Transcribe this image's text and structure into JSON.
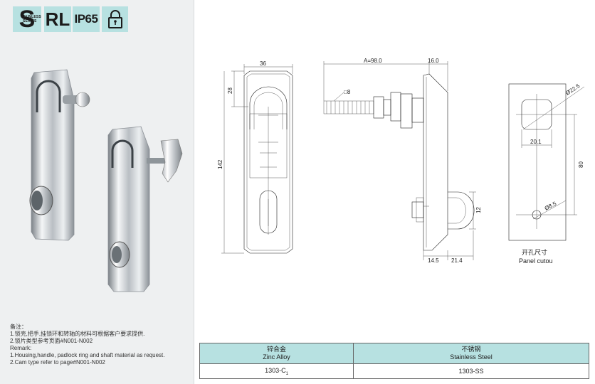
{
  "badges": {
    "stainless_letter": "S",
    "stainless_small_1": "TAINLESS",
    "stainless_small_2": "SERIES",
    "rl": "RL",
    "ip": "IP65",
    "lock_icon": "padlock-icon"
  },
  "remarks": {
    "title_cn": "备注：",
    "line1_cn": "1.锁壳,把手,挂锁环和转轴的材料可根据客户要求提供.",
    "line2_cn": "2.锁片类型参考页面#N001-N002",
    "title_en": "Remark:",
    "line1_en": "1.Housing,handle, padlock ring and shaft material as request.",
    "line2_en": "2.Cam type refer to page#N001-N002"
  },
  "dimensions": {
    "width_36": "36",
    "height_28": "28",
    "height_142": "142",
    "a_length": "A=98.0",
    "thickness_16": "16.0",
    "shaft_square": "□8",
    "dim_12": "12",
    "dim_14_5": "14.5",
    "dim_21_4": "21.4",
    "dia_22_5": "Ø22.5",
    "dim_20_1": "20.1",
    "dim_80": "80",
    "dia_8_5": "Ø8.5"
  },
  "panel_cutout": {
    "label_cn": "开孔尺寸",
    "label_en": "Panel cutou"
  },
  "table": {
    "col1_cn": "锌合金",
    "col1_en": "Zinc Alloy",
    "col2_cn": "不锈钢",
    "col2_en": "Stainless Steel",
    "col1_value": "1303-C",
    "col1_sub": "1",
    "col2_value": "1303-SS"
  },
  "colors": {
    "badge": "#b7e1e1",
    "left_panel": "#eef0f1",
    "table_header": "#b7e1e1"
  }
}
